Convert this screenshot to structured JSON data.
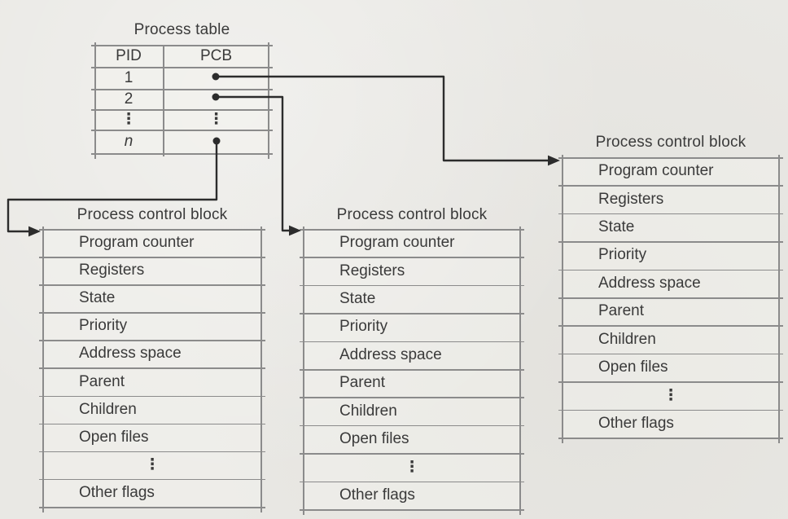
{
  "page": {
    "background_color": "#e9e8e4",
    "grid_line_color": "#8b8b8b",
    "connector_color": "#2c2c2c",
    "text_color": "#3a3a3a"
  },
  "process_table": {
    "title": "Process table",
    "headers": [
      "PID",
      "PCB"
    ],
    "rows": [
      {
        "pid": "1",
        "pcb": ""
      },
      {
        "pid": "2",
        "pcb": ""
      },
      {
        "pid": "⋮",
        "pcb": "⋮"
      },
      {
        "pid": "n",
        "pcb": ""
      }
    ]
  },
  "pcb_blocks": [
    {
      "title": "Process control block",
      "fields": [
        "Program counter",
        "Registers",
        "State",
        "Priority",
        "Address space",
        "Parent",
        "Children",
        "Open files",
        "⋮",
        "Other flags"
      ]
    },
    {
      "title": "Process control block",
      "fields": [
        "Program counter",
        "Registers",
        "State",
        "Priority",
        "Address space",
        "Parent",
        "Children",
        "Open files",
        "⋮",
        "Other flags"
      ]
    },
    {
      "title": "Process control block",
      "fields": [
        "Program counter",
        "Registers",
        "State",
        "Priority",
        "Address space",
        "Parent",
        "Children",
        "Open files",
        "⋮",
        "Other flags"
      ]
    }
  ]
}
